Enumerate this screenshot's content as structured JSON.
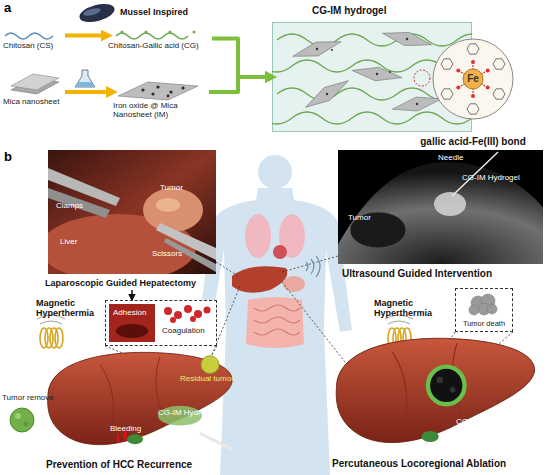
{
  "diagram": {
    "nodes": [
      {
        "text": [
          "Chitosan (CS)"
        ]
      },
      {
        "text": [
          "Chitosan-Gallic acid (CG)"
        ]
      },
      {
        "text": [
          "Mica nanosheet"
        ]
      },
      {
        "text": [
          "Iron oxide @ Mica Nanosheet (IM)"
        ]
      },
      {
        "text": [
          "CG-IM hydrogel"
        ]
      },
      {
        "text": [
          "Fe",
          "gallic acid-Fe(III) bond"
        ],
        "in": 4
      },
      {
        "text": [
          "Laparoscopic Guided Hepatectomy",
          "Clamps",
          "Tumor",
          "Liver",
          "Scissors"
        ]
      },
      {
        "text": [
          "Adhesion",
          "Coagulation"
        ]
      },
      {
        "text": [
          "Residual tumor",
          "CG-IM Hydrogel",
          "Bleeding",
          "Prevention of HCC Recurrence"
        ]
      },
      {
        "text": [
          "Ultrasound Guided Intervention",
          "Needle",
          "CG-IM Hydrogel",
          "Tumor"
        ]
      },
      {
        "text": [
          "Tumor death"
        ]
      },
      {
        "text": [
          "CG-IM Hydrogel",
          "Percutaneous Locoregional Ablation"
        ]
      }
    ],
    "edges": [
      {
        "from": 0,
        "to": 1,
        "arrow": "to"
      },
      {
        "from": 2,
        "to": 3,
        "arrow": "to"
      },
      {
        "from": 1,
        "to": 4,
        "arrow": "to"
      },
      {
        "from": 3,
        "to": 4,
        "arrow": "to"
      },
      {
        "from": 6,
        "to": 7,
        "arrow": "to"
      }
    ],
    "labels": [
      "a",
      "Mussel Inspired",
      "b",
      "Magnetic Hyperthermia",
      "Tumor remove",
      "Magnetic Hyperthermia"
    ]
  }
}
